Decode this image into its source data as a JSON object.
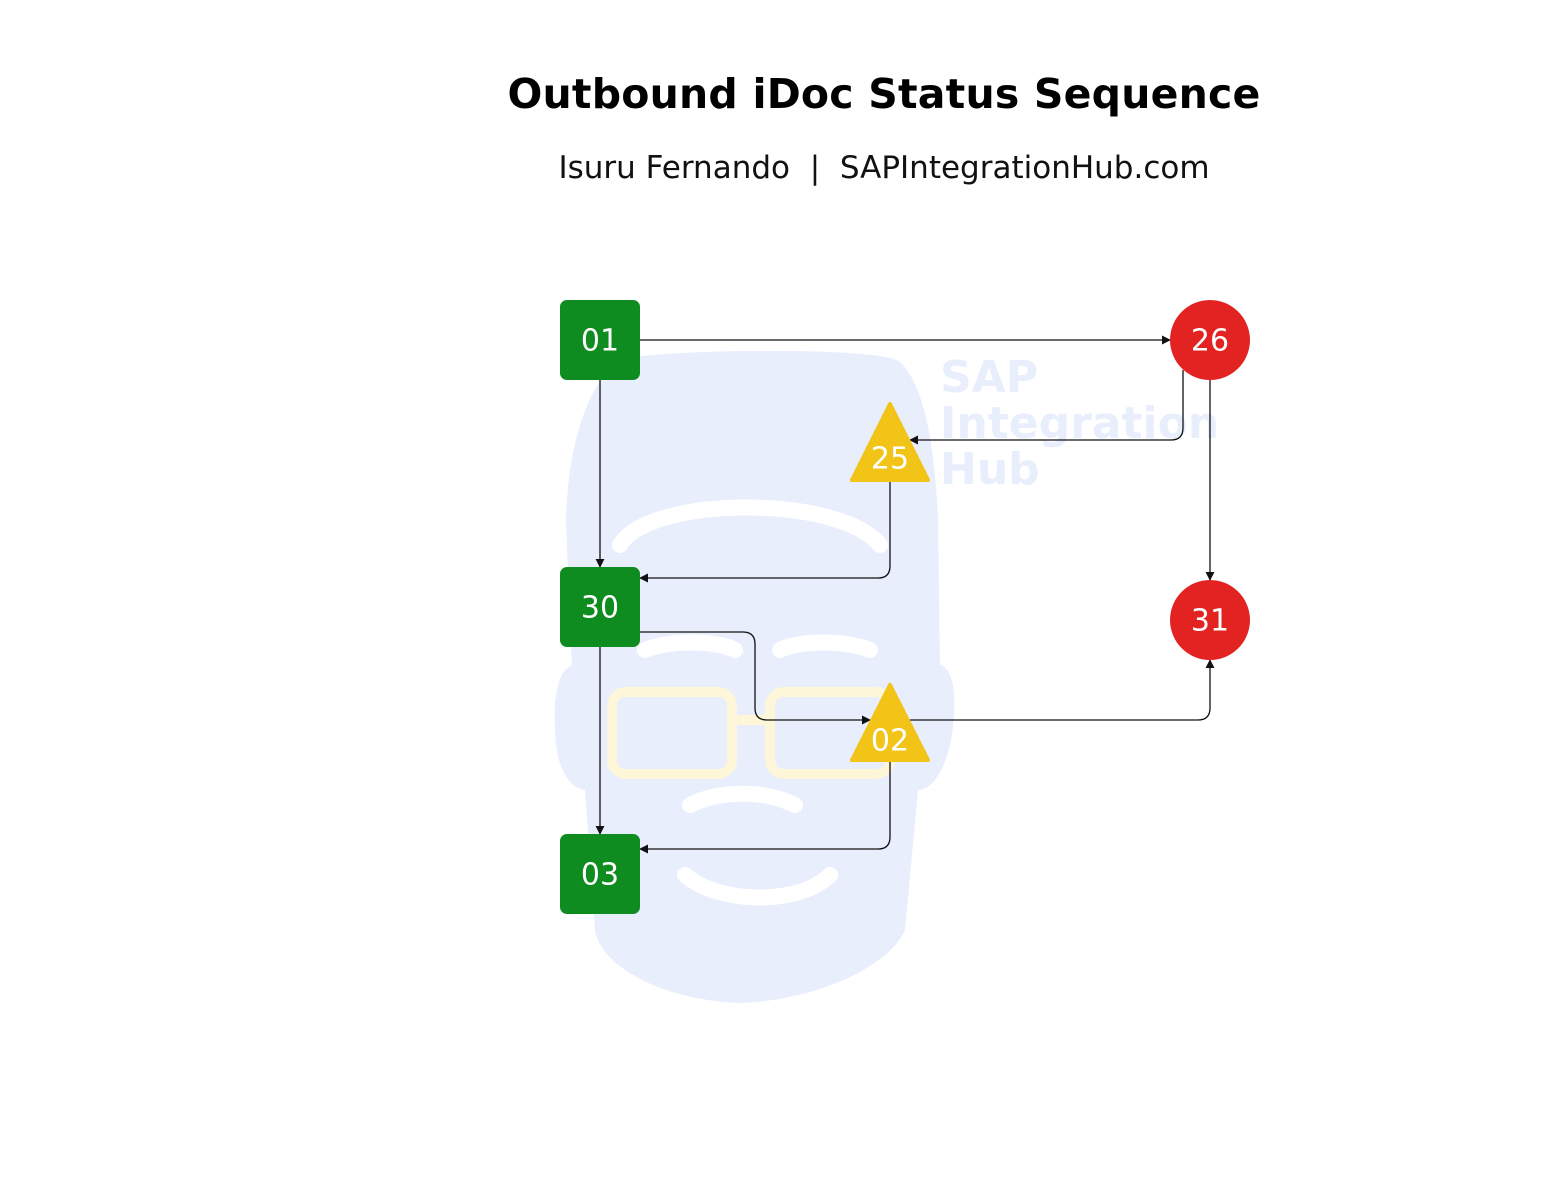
{
  "header": {
    "title": "Outbound iDoc Status Sequence",
    "author": "Isuru Fernando",
    "separator": "|",
    "site": "SAPIntegrationHub.com"
  },
  "watermark": {
    "lines": [
      "SAP",
      "Integration",
      "Hub"
    ],
    "color": "#e8eefc"
  },
  "legend_colors": {
    "success": "#0f8c1f",
    "warning": "#f2c418",
    "error": "#e32222"
  },
  "nodes": [
    {
      "id": "01",
      "label": "01",
      "shape": "rounded-square",
      "status": "success"
    },
    {
      "id": "26",
      "label": "26",
      "shape": "circle",
      "status": "error"
    },
    {
      "id": "25",
      "label": "25",
      "shape": "triangle",
      "status": "warning"
    },
    {
      "id": "30",
      "label": "30",
      "shape": "rounded-square",
      "status": "success"
    },
    {
      "id": "31",
      "label": "31",
      "shape": "circle",
      "status": "error"
    },
    {
      "id": "02",
      "label": "02",
      "shape": "triangle",
      "status": "warning"
    },
    {
      "id": "03",
      "label": "03",
      "shape": "rounded-square",
      "status": "success"
    }
  ],
  "edges": [
    {
      "from": "01",
      "to": "26"
    },
    {
      "from": "01",
      "to": "30"
    },
    {
      "from": "26",
      "to": "25"
    },
    {
      "from": "26",
      "to": "31"
    },
    {
      "from": "25",
      "to": "30"
    },
    {
      "from": "30",
      "to": "02"
    },
    {
      "from": "30",
      "to": "03"
    },
    {
      "from": "02",
      "to": "31"
    },
    {
      "from": "02",
      "to": "03"
    }
  ]
}
